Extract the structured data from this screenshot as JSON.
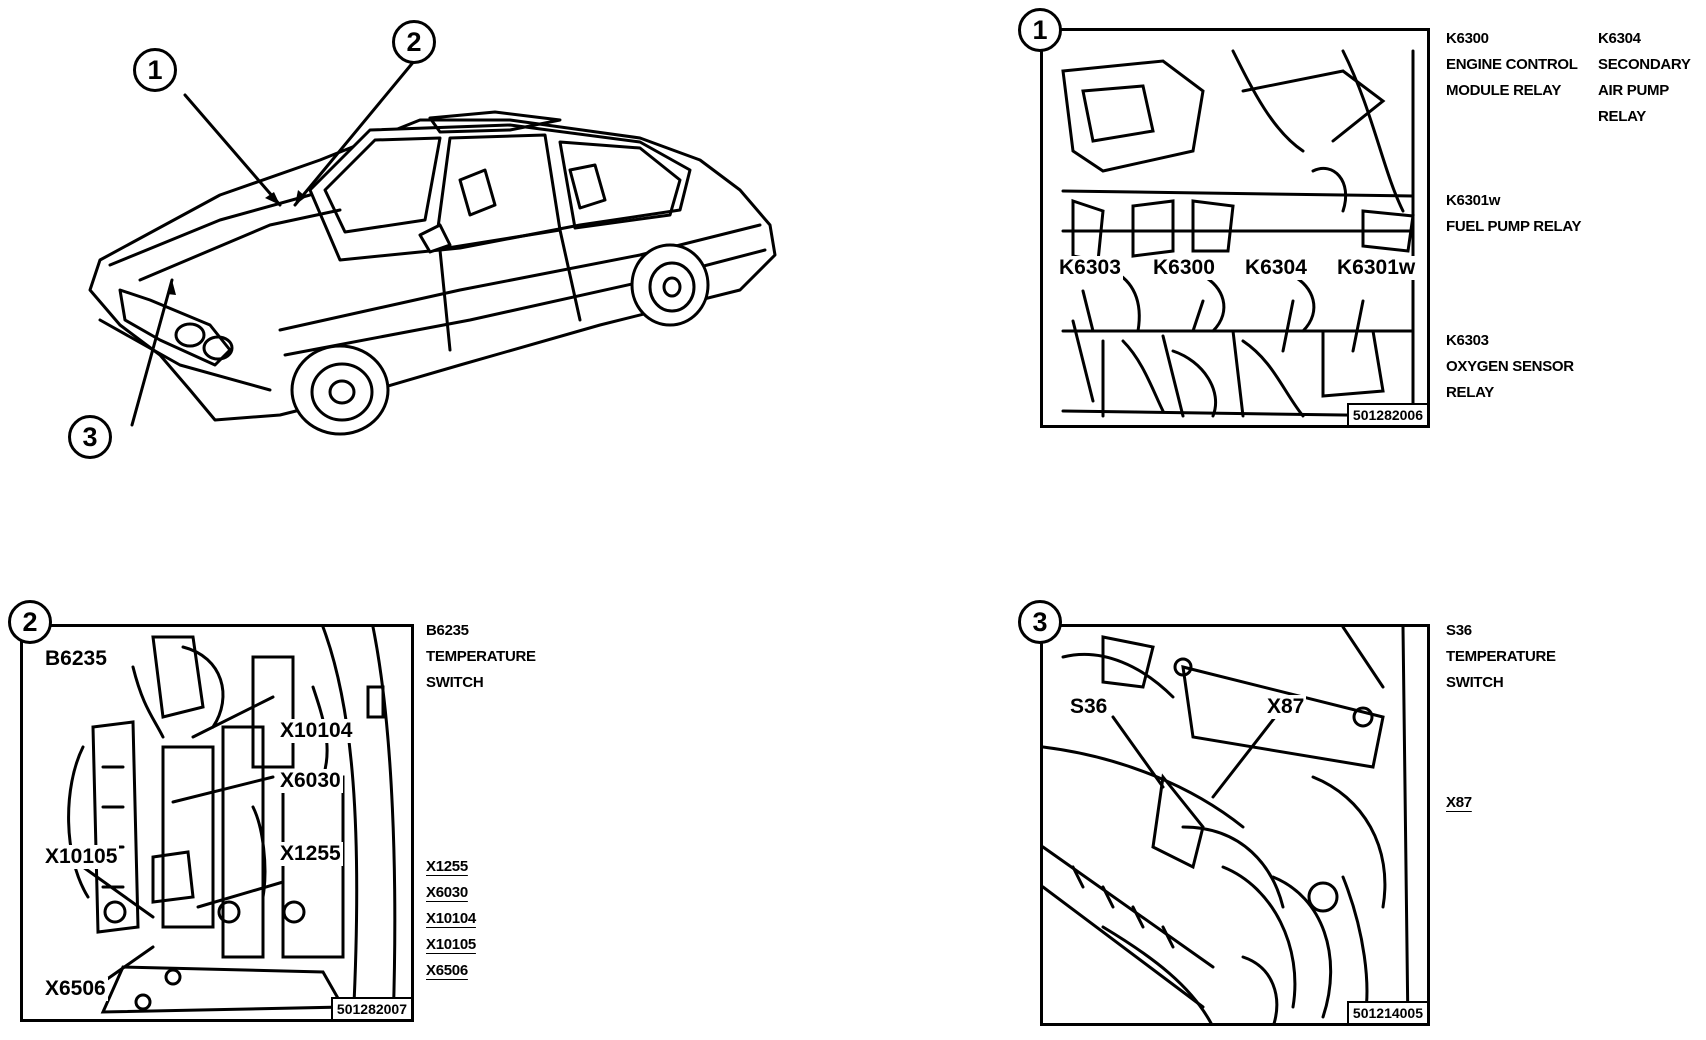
{
  "car_callouts": [
    "1",
    "2",
    "3"
  ],
  "panel1": {
    "number": "1",
    "code": "501282006",
    "labels": [
      "K6303",
      "K6300",
      "K6304",
      "K6301w"
    ],
    "legend": {
      "k6300_code": "K6300",
      "k6300_line1": "ENGINE CONTROL",
      "k6300_line2": "MODULE RELAY",
      "k6304_code": "K6304",
      "k6304_line1": "SECONDARY",
      "k6304_line2": "AIR PUMP",
      "k6304_line3": "RELAY",
      "k6301w_code": "K6301w",
      "k6301w_line1": "FUEL PUMP RELAY",
      "k6303_code": "K6303",
      "k6303_line1": "OXYGEN SENSOR",
      "k6303_line2": "RELAY"
    }
  },
  "panel2": {
    "number": "2",
    "code": "501282007",
    "labels": [
      "B6235",
      "X10104",
      "X6030",
      "X10105",
      "X1255",
      "X6506"
    ],
    "legend": {
      "b6235_code": "B6235",
      "b6235_line1": "TEMPERATURE",
      "b6235_line2": "SWITCH",
      "connectors": [
        "X1255",
        "X6030",
        "X10104",
        "X10105",
        "X6506"
      ]
    }
  },
  "panel3": {
    "number": "3",
    "code": "501214005",
    "labels": [
      "S36",
      "X87"
    ],
    "legend": {
      "s36_code": "S36",
      "s36_line1": "TEMPERATURE",
      "s36_line2": "SWITCH",
      "x87_code": "X87"
    }
  }
}
